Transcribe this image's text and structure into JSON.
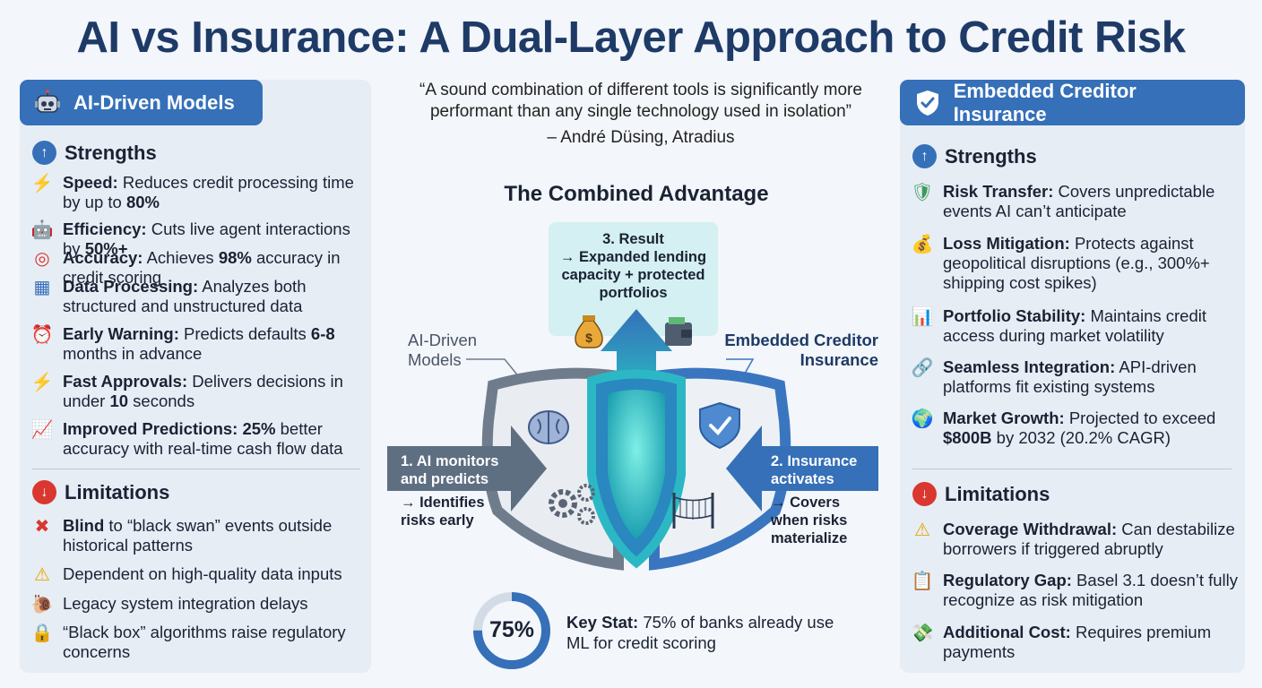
{
  "title": "AI vs Insurance: A Dual-Layer Approach to Credit Risk",
  "left_panel": {
    "header": "AI-Driven Models",
    "header_icon": "robot-icon",
    "strengths_title": "Strengths",
    "strengths": [
      {
        "icon": "lightning-icon",
        "label": "Speed:",
        "text_parts": [
          "Reduces credit processing time by up to ",
          "80%",
          ""
        ]
      },
      {
        "icon": "robot-icon",
        "label": "Efficiency:",
        "text_parts": [
          "Cuts live agent interactions by ",
          "50%+",
          ""
        ]
      },
      {
        "icon": "target-icon",
        "label": "Accuracy:",
        "text_parts": [
          "Achieves ",
          "98%",
          " accuracy in credit scoring"
        ]
      },
      {
        "icon": "chart-dashboard-icon",
        "label": "Data Processing:",
        "text_parts": [
          "Analyzes both structured and unstructured data",
          "",
          ""
        ]
      },
      {
        "icon": "alarm-clock-icon",
        "label": "Early Warning:",
        "text_parts": [
          "Predicts defaults ",
          "6-8",
          " months in advance"
        ]
      },
      {
        "icon": "lightning-icon",
        "label": "Fast Approvals:",
        "text_parts": [
          "Delivers decisions in under ",
          "10",
          " seconds"
        ]
      },
      {
        "icon": "trend-up-icon",
        "label": "Improved Predictions:",
        "text_parts": [
          "",
          "25%",
          " better accuracy with real-time cash flow data"
        ]
      }
    ],
    "limitations_title": "Limitations",
    "limitations": [
      {
        "icon": "cross-icon",
        "label": "Blind",
        "text": " to “black swan” events outside historical patterns"
      },
      {
        "icon": "warning-icon",
        "label": "",
        "text": "Dependent on high-quality data inputs"
      },
      {
        "icon": "snail-icon",
        "label": "",
        "text": "Legacy system integration delays"
      },
      {
        "icon": "lock-icon",
        "label": "",
        "text": "“Black box” algorithms raise regulatory concerns"
      }
    ]
  },
  "center": {
    "quote": "“A sound combination of different tools is significantly more performant than any single technology used in isolation”",
    "quote_author": "– André Düsing, Atradius",
    "combined_title": "The Combined Advantage",
    "result_text": "3. Result\n→ Expanded lending capacity + protected portfolios",
    "result_title": "3. Result",
    "result_body": "→ Expanded lending capacity + protected portfolios",
    "ai_label": "AI-Driven Models",
    "insurance_label": "Embedded Creditor Insurance",
    "step1_title": "1. AI monitors and predicts",
    "step1_sub": "→ Identifies risks early",
    "step2_title": "2. Insurance activates",
    "step2_sub": "→ Covers when risks materialize",
    "key_stat_value": "75%",
    "key_stat_fraction": 0.75,
    "key_stat_label": "Key Stat:",
    "key_stat_text": " 75% of banks already use ML for credit scoring",
    "icons": [
      "money-bag-icon",
      "wallet-icon",
      "brain-icon",
      "gears-icon",
      "shield-check-icon",
      "net-icon"
    ]
  },
  "right_panel": {
    "header": "Embedded Creditor Insurance",
    "header_icon": "shield-check-icon",
    "strengths_title": "Strengths",
    "strengths": [
      {
        "icon": "shield-icon",
        "label": "Risk Transfer:",
        "text_parts": [
          "Covers unpredictable events AI can’t anticipate",
          "",
          ""
        ]
      },
      {
        "icon": "money-bag-icon",
        "label": "Loss Mitigation:",
        "text_parts": [
          "Protects against geopolitical disruptions (e.g., 300%+ shipping cost spikes)",
          "",
          ""
        ]
      },
      {
        "icon": "bar-chart-icon",
        "label": "Portfolio Stability:",
        "text_parts": [
          "Maintains credit access during market volatility",
          "",
          ""
        ]
      },
      {
        "icon": "link-icon",
        "label": "Seamless Integration:",
        "text_parts": [
          "API-driven platforms fit existing systems",
          "",
          ""
        ]
      },
      {
        "icon": "globe-icon",
        "label": "Market Growth:",
        "text_parts": [
          "Projected to exceed ",
          "$800B",
          " by 2032 (20.2% CAGR)"
        ]
      }
    ],
    "limitations_title": "Limitations",
    "limitations": [
      {
        "icon": "warning-icon",
        "label": "Coverage Withdrawal:",
        "text": " Can destabilize borrowers if triggered abruptly"
      },
      {
        "icon": "clipboard-icon",
        "label": "Regulatory Gap:",
        "text": " Basel 3.1 doesn’t fully recognize as risk mitigation"
      },
      {
        "icon": "money-wings-icon",
        "label": "Additional Cost:",
        "text": " Requires premium payments"
      }
    ]
  },
  "colors": {
    "title": "#1e3a67",
    "header_bg": "#3570b8",
    "panel_bg": "#e7edf5",
    "teal": "#2bb8c4",
    "gray_arrow": "#5f6f82",
    "blue_arrow": "#3570b8",
    "limit_red": "#d9372f"
  }
}
